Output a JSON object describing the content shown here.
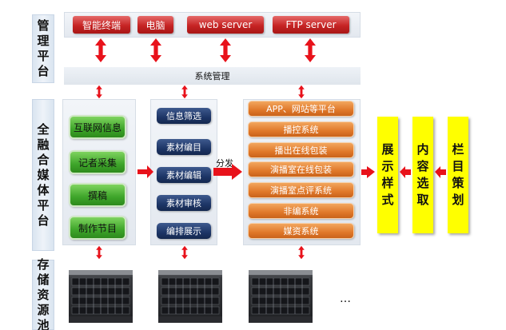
{
  "side_labels": {
    "management": "管理平台",
    "media": "全融合媒体平台",
    "storage": "存储资源池"
  },
  "top_terminals": [
    "智能终端",
    "电脑",
    "web server",
    "FTP server"
  ],
  "system_management": "系统管理",
  "collect_items": [
    "互联网信息",
    "记者采集",
    "撰稿",
    "制作节目"
  ],
  "edit_items": [
    "信息筛选",
    "素材编目",
    "素材编辑",
    "素材审核",
    "编排展示"
  ],
  "distribute_label": "分发",
  "platform_items": [
    "APP、网站等平台",
    "播控系统",
    "播出在线包装",
    "演播室在线包装",
    "演播室点评系统",
    "非编系统",
    "媒资系统"
  ],
  "planning": {
    "display_style": "展示样式",
    "content_selection": "内容选取",
    "program_planning": "栏目策划"
  },
  "storage_more": "…",
  "colors": {
    "arrow_red": "#e8121b",
    "yellow": "#ffff00",
    "green": "#3ea52a",
    "navy": "#1d3566",
    "orange": "#e0782a"
  },
  "icons": [
    "double-arrow-icon",
    "right-arrow-icon",
    "left-arrow-icon",
    "server-rack-icon"
  ]
}
